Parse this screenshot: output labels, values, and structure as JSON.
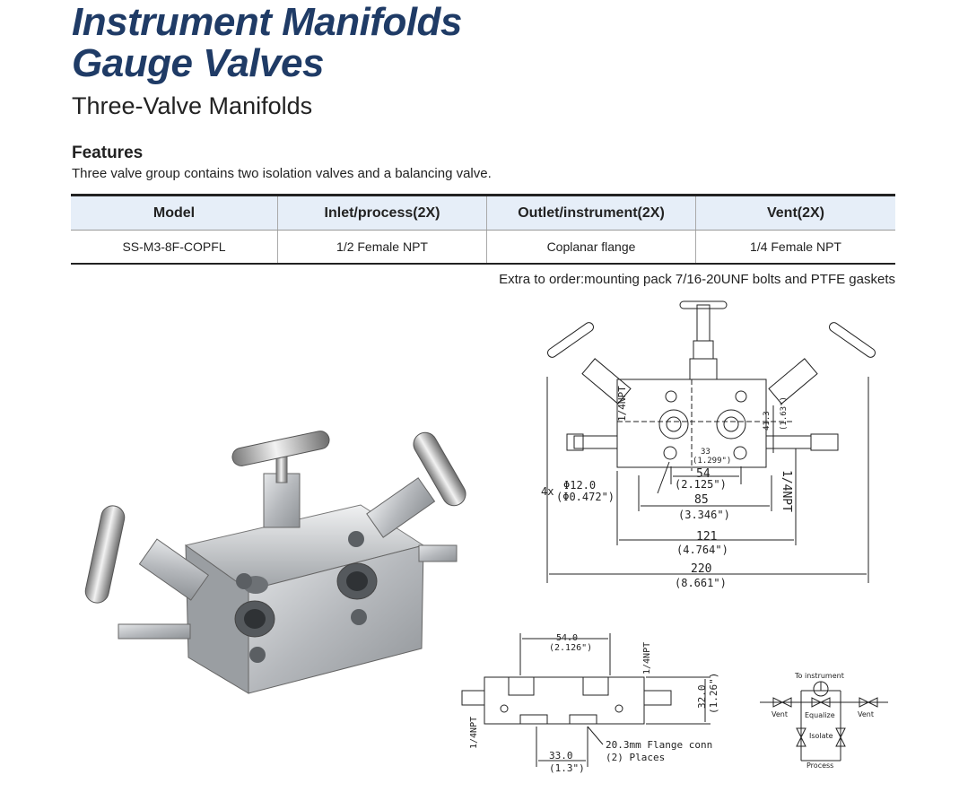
{
  "header": {
    "title_line1": "Instrument Manifolds",
    "title_line2": "Gauge Valves",
    "subtitle": "Three-Valve Manifolds"
  },
  "features": {
    "heading": "Features",
    "text": "Three valve group contains two isolation valves and a balancing valve."
  },
  "spec_table": {
    "headers": [
      "Model",
      "Inlet/process(2X)",
      "Outlet/instrument(2X)",
      "Vent(2X)"
    ],
    "rows": [
      [
        "SS-M3-8F-COPFL",
        "1/2 Female NPT",
        "Coplanar flange",
        "1/4 Female NPT"
      ]
    ]
  },
  "extra_note": "Extra to order:mounting pack 7/16-20UNF bolts and PTFE gaskets",
  "front_drawing": {
    "vent_left": "1/4NPT",
    "vent_right": "1/4NPT",
    "hole_count": "4x",
    "hole_mm": "Φ12.0",
    "hole_in": "(Φ0.472\")",
    "dim_33_mm": "33",
    "dim_33_in": "(1.299\")",
    "dim_41_mm": "41.3",
    "dim_41_in": "(1.63\")",
    "dim_54_mm": "54",
    "dim_54_in": "(2.125\")",
    "dim_85_mm": "85",
    "dim_85_in": "(3.346\")",
    "dim_121_mm": "121",
    "dim_121_in": "(4.764\")",
    "dim_220_mm": "220",
    "dim_220_in": "(8.661\")"
  },
  "side_drawing": {
    "dim_top_mm": "54.0",
    "dim_top_in": "(2.126\")",
    "npt_top": "1/4NPT",
    "npt_left": "1/4NPT",
    "height_mm": "32.0",
    "height_in": "(1.26\")",
    "dim_bottom_mm": "33.0",
    "dim_bottom_in": "(1.3\")",
    "flange_note": "20.3mm Flange conn",
    "flange_places": "(2) Places"
  },
  "schematic": {
    "to_instrument": "To instrument",
    "vent_left": "Vent",
    "equalize": "Equalize",
    "vent_right": "Vent",
    "isolate": "Isolate",
    "process": "Process"
  },
  "colors": {
    "title": "#1f3b66",
    "table_header_bg": "#e6eef8",
    "steel": "#b9bcc0"
  }
}
